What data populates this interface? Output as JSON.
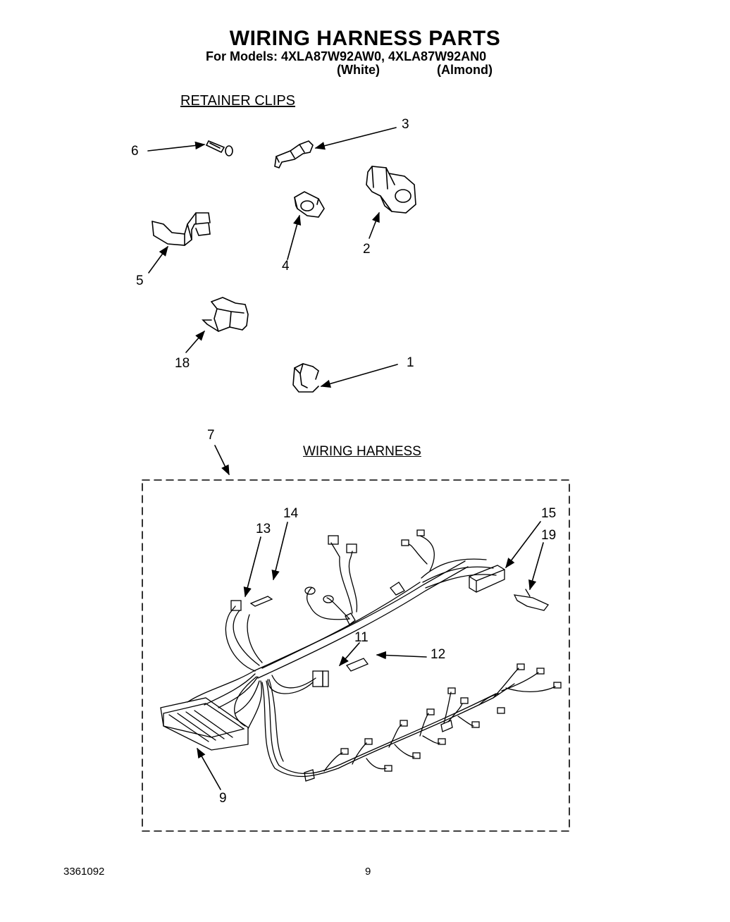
{
  "header": {
    "title": "WIRING HARNESS PARTS",
    "models_line": "For Models: 4XLA87W92AW0, 4XLA87W92AN0",
    "variant_white": "(White)",
    "variant_almond": "(Almond)"
  },
  "sections": {
    "retainer_clips": "RETAINER CLIPS",
    "wiring_harness": "WIRING HARNESS"
  },
  "callouts": {
    "c1": "1",
    "c2": "2",
    "c3": "3",
    "c4": "4",
    "c5": "5",
    "c6": "6",
    "c7": "7",
    "c9": "9",
    "c11": "11",
    "c12": "12",
    "c13": "13",
    "c14": "14",
    "c15": "15",
    "c18": "18",
    "c19": "19"
  },
  "footer": {
    "doc_number": "3361092",
    "page_number": "9"
  }
}
